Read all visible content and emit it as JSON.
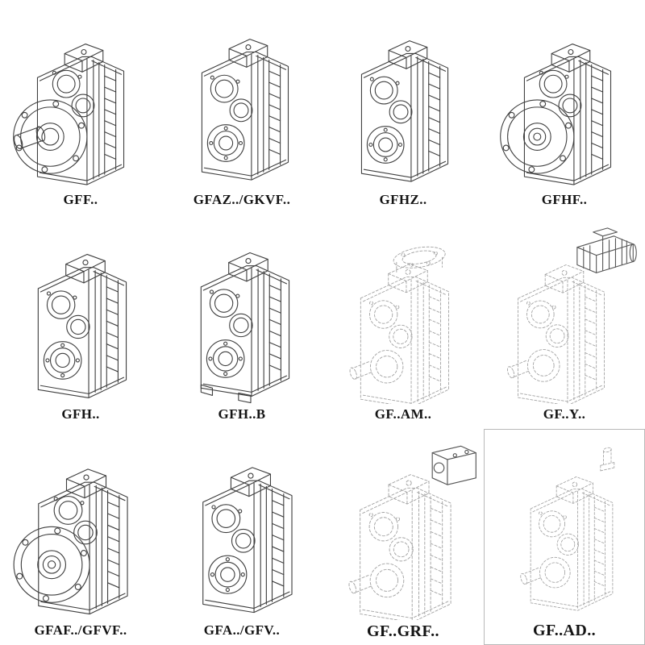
{
  "page": {
    "description": "Catalog sheet of parallel-shaft helical gear reducer model variants, isometric line drawings",
    "ink_color": "#3f3f3f",
    "phantom_color": "#a3a3a3",
    "background": "#ffffff"
  },
  "grid": {
    "rows": [
      {
        "items": [
          {
            "label": "GFF.."
          },
          {
            "label": "GFAZ../GKVF.."
          },
          {
            "label": "GFHZ.."
          },
          {
            "label": "GFHF.."
          }
        ]
      },
      {
        "items": [
          {
            "label": "GFH.."
          },
          {
            "label": "GFH..B"
          },
          {
            "label": "GF..AM.."
          },
          {
            "label": "GF..Y.."
          }
        ]
      },
      {
        "items": [
          {
            "label": "GFAF../GFVF.."
          },
          {
            "label": "GFA../GFV.."
          },
          {
            "label": "GF..GRF.."
          },
          {
            "label": "GF..AD.."
          }
        ]
      }
    ]
  }
}
